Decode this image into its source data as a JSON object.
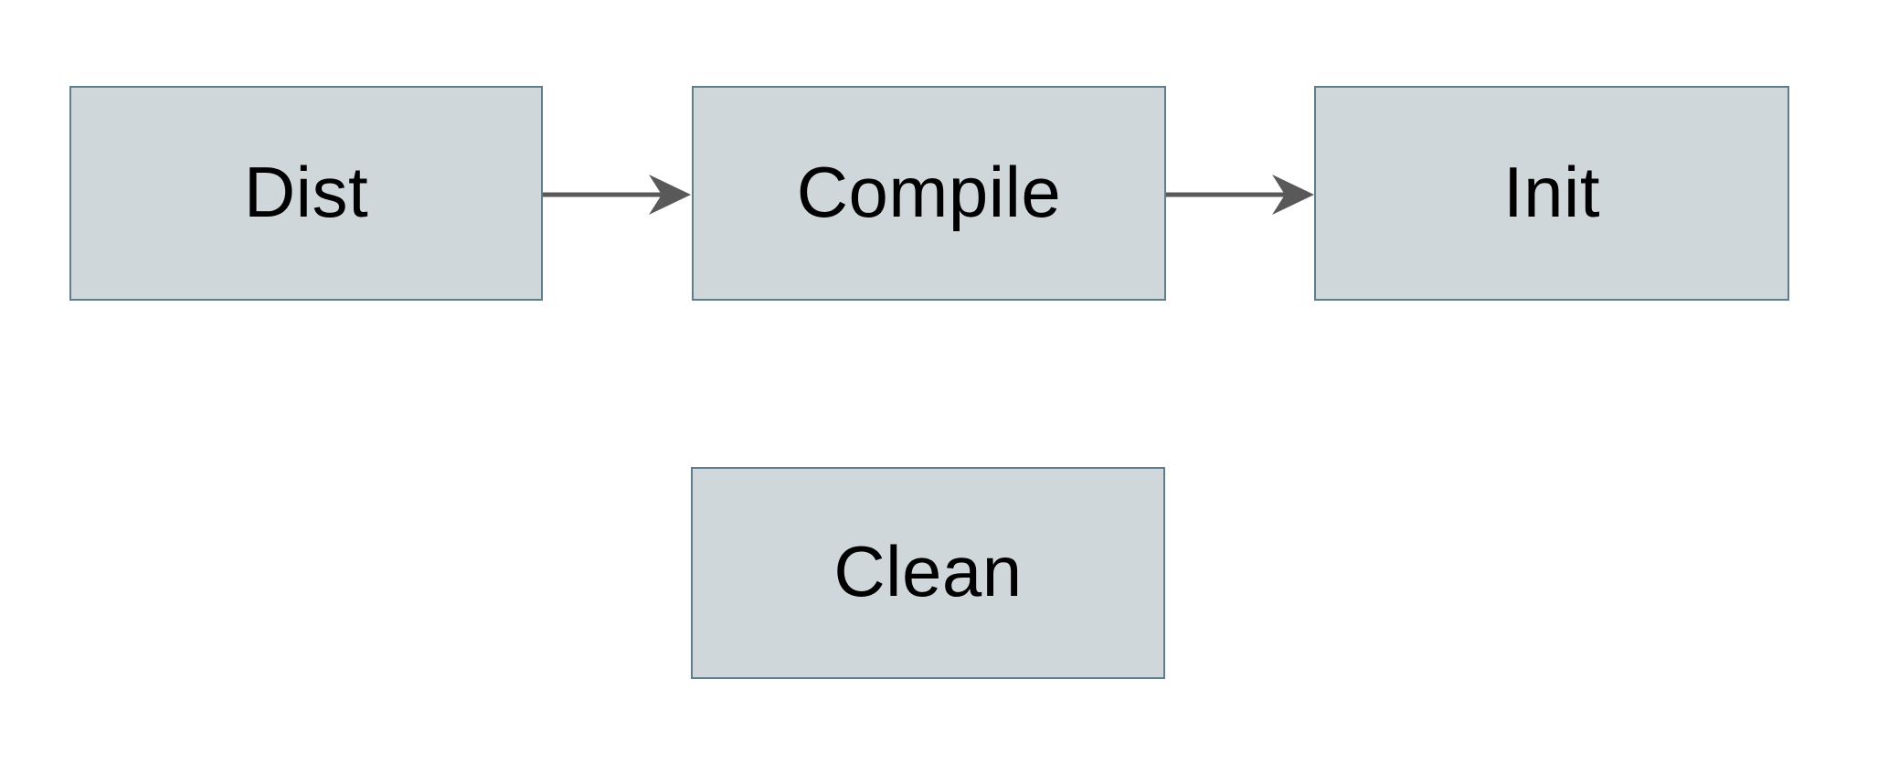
{
  "diagram": {
    "type": "flowchart",
    "nodes": [
      {
        "id": "dist",
        "label": "Dist"
      },
      {
        "id": "compile",
        "label": "Compile"
      },
      {
        "id": "init",
        "label": "Init"
      },
      {
        "id": "clean",
        "label": "Clean"
      }
    ],
    "edges": [
      {
        "from": "dist",
        "to": "compile",
        "style": "arrow"
      },
      {
        "from": "compile",
        "to": "init",
        "style": "arrow"
      }
    ],
    "colors": {
      "background": "#ffffff",
      "node_fill": "#cfd7da",
      "node_border": "#5f7d8a",
      "arrow": "#595959",
      "text": "#000000"
    }
  }
}
